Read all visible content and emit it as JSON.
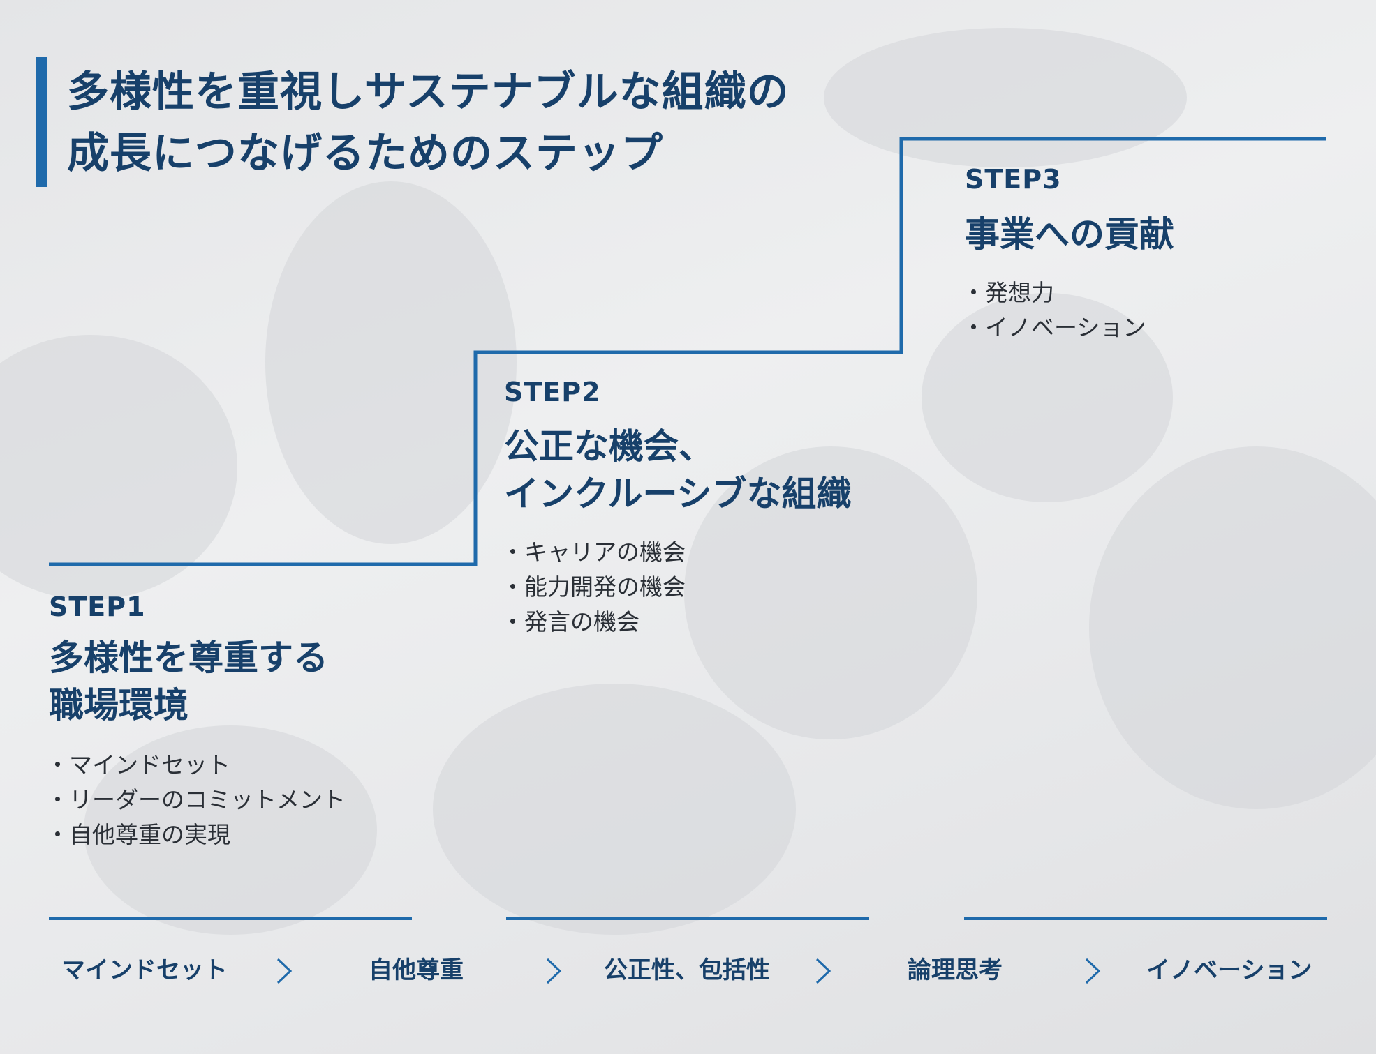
{
  "title": {
    "line1": "多様性を重視しサステナブルな組織の",
    "line2": "成長につなげるためのステップ"
  },
  "colors": {
    "accent": "#1f6aab",
    "heading": "#17406a",
    "body_text": "#2a2f36"
  },
  "steps": [
    {
      "label": "STEP1",
      "title_lines": [
        "多様性を尊重する",
        "職場環境"
      ],
      "items": [
        "マインドセット",
        "リーダーのコミットメント",
        "自他尊重の実現"
      ]
    },
    {
      "label": "STEP2",
      "title_lines": [
        "公正な機会、",
        "インクルーシブな組織"
      ],
      "items": [
        "キャリアの機会",
        "能力開発の機会",
        "発言の機会"
      ]
    },
    {
      "label": "STEP3",
      "title_lines": [
        "事業への貢献"
      ],
      "items": [
        "発想力",
        "イノベーション"
      ]
    }
  ],
  "flow": {
    "items": [
      "マインドセット",
      "自他尊重",
      "公正性、包括性",
      "論理思考",
      "イノベーション"
    ],
    "arrow_icon": "chevron-right-icon"
  }
}
